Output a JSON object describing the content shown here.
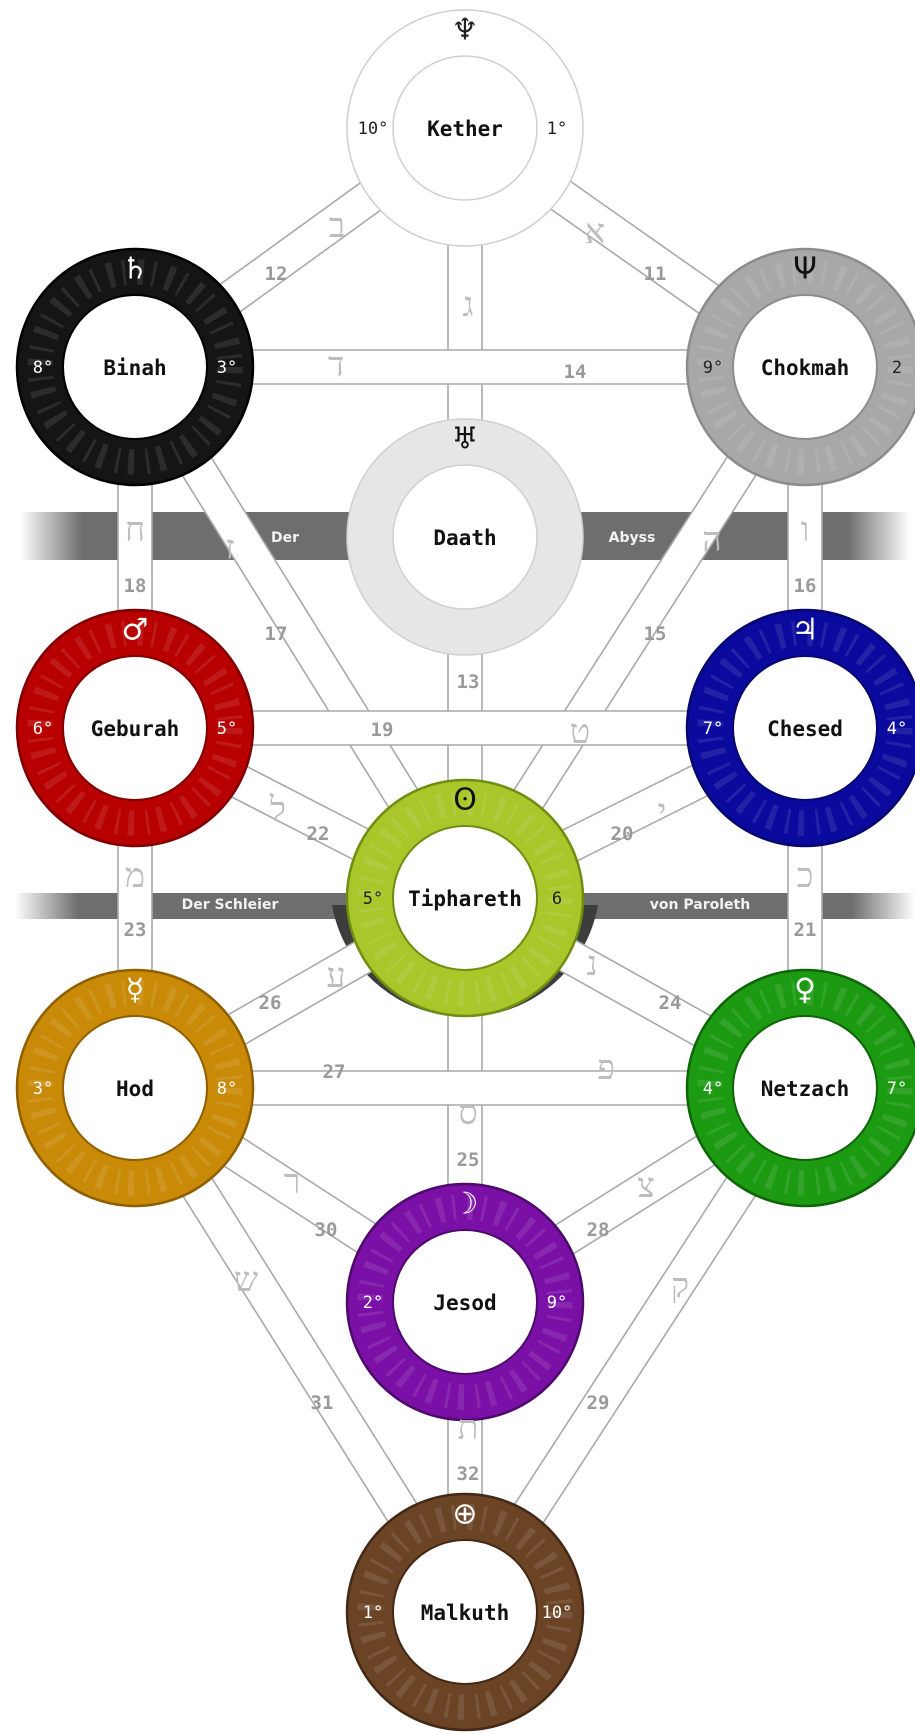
{
  "sefirot": [
    {
      "id": "kether",
      "name": "Kether",
      "planet": "♆",
      "planet_icon": "neptune-icon",
      "deg_left": "10°",
      "deg_right": "1°",
      "ring_color": "#ffffff",
      "ring_edge": "#e6e6e6",
      "planet_color": "#222222",
      "light_degrees": false
    },
    {
      "id": "chokmah",
      "name": "Chokmah",
      "planet": "Ψ",
      "planet_icon": "neptune-trident-icon",
      "deg_left": "9°",
      "deg_right": "2",
      "ring_color": "#a8a8a8",
      "ring_edge": "#8c8c8c",
      "planet_color": "#111111",
      "light_degrees": false
    },
    {
      "id": "binah",
      "name": "Binah",
      "planet": "♄",
      "planet_icon": "saturn-icon",
      "deg_left": "8°",
      "deg_right": "3°",
      "ring_color": "#151515",
      "ring_edge": "#000000",
      "planet_color": "#ffffff",
      "light_degrees": true
    },
    {
      "id": "daath",
      "name": "Daath",
      "planet": "♅",
      "planet_icon": "uranus-icon",
      "deg_left": "",
      "deg_right": "",
      "ring_color": "#dcdcdc",
      "ring_edge": "#c8c8c8",
      "planet_color": "#111111",
      "light_degrees": false
    },
    {
      "id": "chesed",
      "name": "Chesed",
      "planet": "♃",
      "planet_icon": "jupiter-icon",
      "deg_left": "7°",
      "deg_right": "4°",
      "ring_color": "#0a0a9e",
      "ring_edge": "#06066d",
      "planet_color": "#ffffff",
      "light_degrees": true
    },
    {
      "id": "geburah",
      "name": "Geburah",
      "planet": "♂",
      "planet_icon": "mars-icon",
      "deg_left": "6°",
      "deg_right": "5°",
      "ring_color": "#b80000",
      "ring_edge": "#7e0000",
      "planet_color": "#ffffff",
      "light_degrees": true
    },
    {
      "id": "tiphareth",
      "name": "Tiphareth",
      "planet": "ʘ",
      "planet_icon": "sun-icon",
      "deg_left": "5°",
      "deg_right": "6",
      "ring_color": "#a9c62a",
      "ring_edge": "#6f8d10",
      "planet_color": "#111111",
      "light_degrees": false
    },
    {
      "id": "netzach",
      "name": "Netzach",
      "planet": "♀",
      "planet_icon": "venus-icon",
      "deg_left": "4°",
      "deg_right": "7°",
      "ring_color": "#1c9a12",
      "ring_edge": "#0e6508",
      "planet_color": "#ffffff",
      "light_degrees": true
    },
    {
      "id": "hod",
      "name": "Hod",
      "planet": "☿",
      "planet_icon": "mercury-icon",
      "deg_left": "3°",
      "deg_right": "8°",
      "ring_color": "#c98a08",
      "ring_edge": "#8f5e00",
      "planet_color": "#ffffff",
      "light_degrees": true
    },
    {
      "id": "jesod",
      "name": "Jesod",
      "planet": "☽",
      "planet_icon": "moon-icon",
      "deg_left": "2°",
      "deg_right": "9°",
      "ring_color": "#7a10a6",
      "ring_edge": "#4d0a6b",
      "planet_color": "#ffffff",
      "light_degrees": true
    },
    {
      "id": "malkuth",
      "name": "Malkuth",
      "planet": "⊕",
      "planet_icon": "earth-icon",
      "deg_left": "1°",
      "deg_right": "10°",
      "ring_color": "#6b4426",
      "ring_edge": "#432815",
      "planet_color": "#ffffff",
      "light_degrees": true
    }
  ],
  "paths": [
    {
      "number": "11",
      "letter": "א",
      "from": "kether",
      "to": "chokmah"
    },
    {
      "number": "12",
      "letter": "ב",
      "from": "kether",
      "to": "binah"
    },
    {
      "number": "13",
      "letter": "ג",
      "from": "kether",
      "to": "tiphareth"
    },
    {
      "number": "14",
      "letter": "ד",
      "from": "chokmah",
      "to": "binah"
    },
    {
      "number": "15",
      "letter": "ה",
      "from": "chokmah",
      "to": "tiphareth"
    },
    {
      "number": "16",
      "letter": "ו",
      "from": "chokmah",
      "to": "chesed"
    },
    {
      "number": "17",
      "letter": "ז",
      "from": "binah",
      "to": "tiphareth"
    },
    {
      "number": "18",
      "letter": "ח",
      "from": "binah",
      "to": "geburah"
    },
    {
      "number": "19",
      "letter": "ט",
      "from": "chesed",
      "to": "geburah"
    },
    {
      "number": "20",
      "letter": "י",
      "from": "chesed",
      "to": "tiphareth"
    },
    {
      "number": "21",
      "letter": "כ",
      "from": "chesed",
      "to": "netzach"
    },
    {
      "number": "22",
      "letter": "ל",
      "from": "geburah",
      "to": "tiphareth"
    },
    {
      "number": "23",
      "letter": "מ",
      "from": "geburah",
      "to": "hod"
    },
    {
      "number": "24",
      "letter": "נ",
      "from": "tiphareth",
      "to": "netzach"
    },
    {
      "number": "25",
      "letter": "ס",
      "from": "tiphareth",
      "to": "jesod"
    },
    {
      "number": "26",
      "letter": "ע",
      "from": "tiphareth",
      "to": "hod"
    },
    {
      "number": "27",
      "letter": "פ",
      "from": "netzach",
      "to": "hod"
    },
    {
      "number": "28",
      "letter": "צ",
      "from": "netzach",
      "to": "jesod"
    },
    {
      "number": "29",
      "letter": "ק",
      "from": "netzach",
      "to": "malkuth"
    },
    {
      "number": "30",
      "letter": "ר",
      "from": "hod",
      "to": "jesod"
    },
    {
      "number": "31",
      "letter": "ש",
      "from": "hod",
      "to": "malkuth"
    },
    {
      "number": "32",
      "letter": "ת",
      "from": "jesod",
      "to": "malkuth"
    }
  ],
  "bands": {
    "abyss": {
      "left_label": "Der",
      "right_label": "Abyss",
      "color": "#6e6e6e"
    },
    "veil": {
      "left_label": "Der Schleier",
      "right_label": "von Paroleth",
      "color": "#6e6e6e"
    }
  }
}
